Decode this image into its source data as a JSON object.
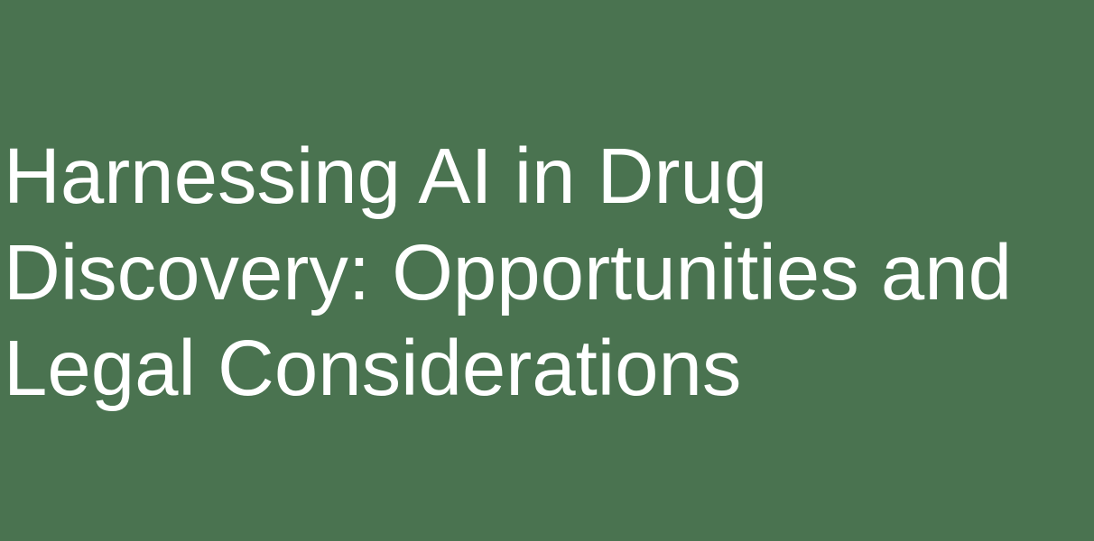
{
  "slide": {
    "background_color": "#4a7350",
    "text_color": "#ffffff",
    "title_lines": [
      "Harnessing AI in Drug",
      "Discovery: Opportunities and",
      "Legal Considerations"
    ]
  }
}
